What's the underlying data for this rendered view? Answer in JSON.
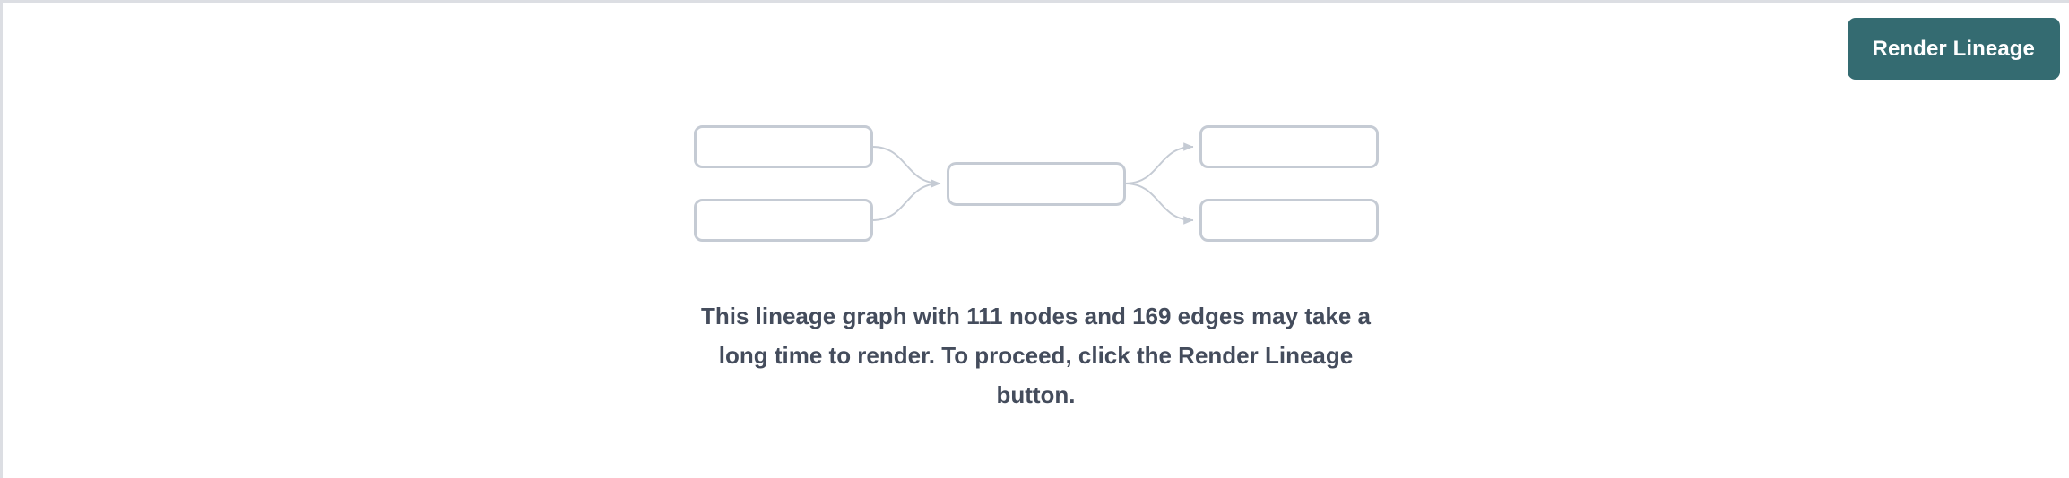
{
  "toolbar": {
    "render_button_label": "Render Lineage",
    "render_button_color": "#346b71",
    "render_button_text_color": "#ffffff"
  },
  "empty_state": {
    "message": "This lineage graph with 111 nodes and 169 edges may take a long time to render. To proceed, click the Render Lineage button.",
    "message_color": "#444c5c",
    "node_count": 111,
    "edge_count": 169,
    "illustration": {
      "name": "lineage-graph-placeholder",
      "node_border_color": "#c5cbd4",
      "edge_color": "#c5cbd4",
      "node_fill": "#ffffff",
      "nodes": [
        {
          "id": "upstream-1",
          "column": "left",
          "label": ""
        },
        {
          "id": "upstream-2",
          "column": "left",
          "label": ""
        },
        {
          "id": "focus",
          "column": "center",
          "label": ""
        },
        {
          "id": "downstream-1",
          "column": "right",
          "label": ""
        },
        {
          "id": "downstream-2",
          "column": "right",
          "label": ""
        }
      ],
      "edges": [
        {
          "from": "upstream-1",
          "to": "focus"
        },
        {
          "from": "upstream-2",
          "to": "focus"
        },
        {
          "from": "focus",
          "to": "downstream-1"
        },
        {
          "from": "focus",
          "to": "downstream-2"
        }
      ]
    }
  },
  "chrome": {
    "border_color": "#dcdee3",
    "background": "#ffffff"
  }
}
